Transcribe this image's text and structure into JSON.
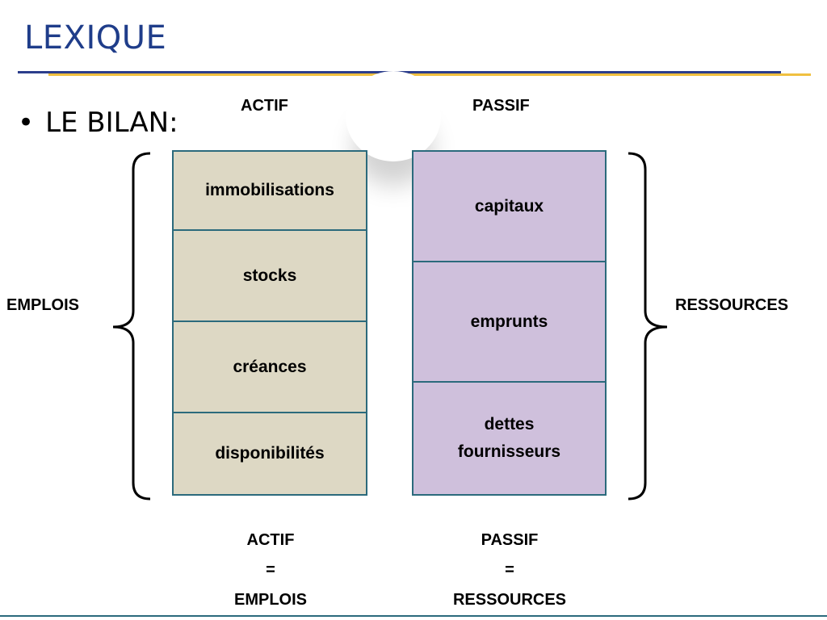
{
  "title": "LEXIQUE",
  "bullet": {
    "symbol": "•",
    "text": "LE BILAN:"
  },
  "headers": {
    "actif": "ACTIF",
    "passif": "PASSIF"
  },
  "side_labels": {
    "left": "EMPLOIS",
    "right": "RESSOURCES"
  },
  "actif_cells": [
    "immobilisations",
    "stocks",
    "créances",
    "disponibilités"
  ],
  "passif_cells": [
    "capitaux",
    "emprunts",
    "dettes fournisseurs"
  ],
  "equations": {
    "left": {
      "top": "ACTIF",
      "eq": "=",
      "bottom": "EMPLOIS"
    },
    "right": {
      "top": "PASSIF",
      "eq": "=",
      "bottom": "RESSOURCES"
    }
  },
  "colors": {
    "title": "#1f3d8a",
    "actif_fill": "#ddd8c4",
    "passif_fill": "#cfc0dc",
    "border": "#2b6a7c",
    "accent_gold": "#f0c040"
  }
}
